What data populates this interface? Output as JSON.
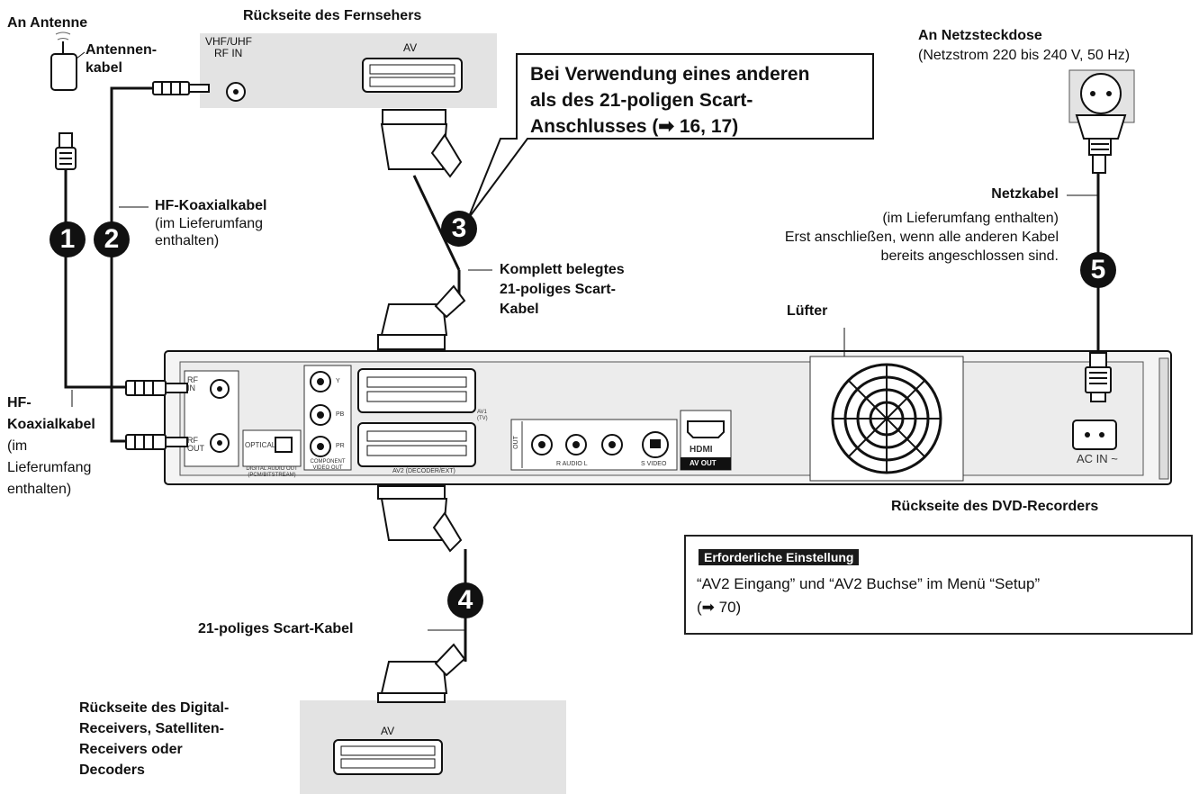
{
  "labels": {
    "antenna": "An Antenne",
    "antenna_cable_l1": "Antennen-",
    "antenna_cable_l2": "kabel",
    "tv_rear": "Rückseite des Fernsehers",
    "vhf_l1": "VHF/UHF",
    "vhf_l2": "RF IN",
    "av": "AV",
    "callout_l1": "Bei Verwendung eines anderen",
    "callout_l2": "als des 21-poligen Scart-",
    "callout_l3": "Anschlusses (➡ 16, 17)",
    "power_outlet": "An Netzsteckdose",
    "power_spec": "(Netzstrom 220 bis 240 V, 50 Hz)",
    "coax_title": "HF-Koaxialkabel",
    "coax_sub_l1": "(im Lieferumfang",
    "coax_sub_l2": "enthalten)",
    "power_cable": "Netzkabel",
    "power_cable_l1": "(im Lieferumfang enthalten)",
    "power_cable_l2": "Erst anschließen, wenn alle anderen Kabel",
    "power_cable_l3": "bereits angeschlossen sind.",
    "scart_full_l1": "Komplett belegtes",
    "scart_full_l2": "21-poliges Scart-",
    "scart_full_l3": "Kabel",
    "fan": "Lüfter",
    "left_coax_l1": "HF-",
    "left_coax_l2": "Koaxialkabel",
    "left_coax_l3": "(im",
    "left_coax_l4": "Lieferumfang",
    "left_coax_l5": "enthalten)",
    "dvd_rear": "Rückseite des DVD-Recorders",
    "scart_21": "21-poliges Scart-Kabel",
    "receiver_l1": "Rückseite des Digital-",
    "receiver_l2": "Receivers, Satelliten-",
    "receiver_l3": "Receivers oder",
    "receiver_l4": "Decoders",
    "av_receiver": "AV"
  },
  "note": {
    "heading": "Erforderliche Einstellung",
    "line1": "“AV2 Eingang” und “AV2 Buchse” im Menü “Setup”",
    "line2": "(➡ 70)"
  },
  "badges": [
    "1",
    "2",
    "3",
    "4",
    "5"
  ],
  "panel": {
    "rf_in": "RF IN",
    "rf_out": "RF OUT",
    "optical": "OPTICAL",
    "digital_audio": "DIGITAL AUDIO OUT (PCM/BITSTREAM)",
    "component": "COMPONENT VIDEO OUT",
    "v": "Y",
    "pb": "PB",
    "pr": "PR",
    "av1": "AV1 (TV)",
    "av2": "AV2 (DECODER/EXT)",
    "out": "OUT",
    "audio": "R AUDIO L",
    "svideo": "S VIDEO",
    "hdmi": "HDMI",
    "av_out": "AV OUT",
    "ac_in": "AC IN ~"
  },
  "colors": {
    "panel_bg": "#e3e3e3",
    "device_body": "#d4d4d4",
    "line": "#111111"
  }
}
